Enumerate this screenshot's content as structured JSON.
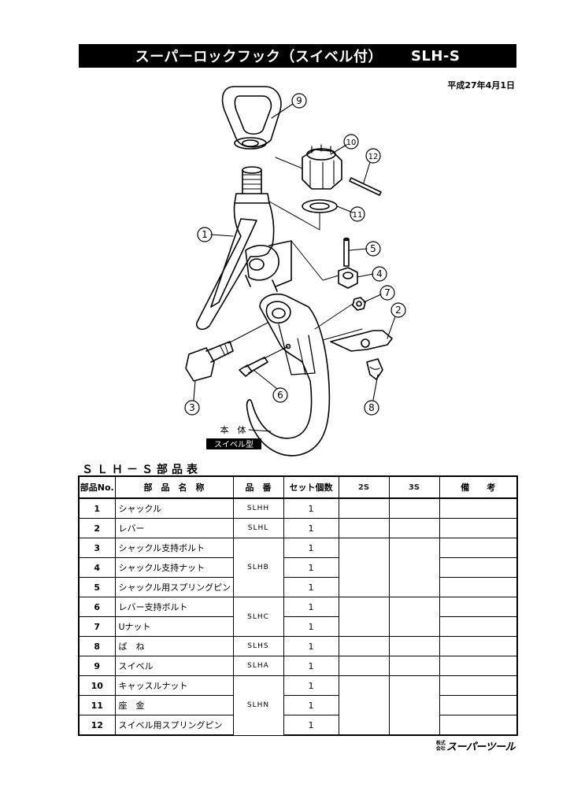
{
  "header": {
    "title": "スーパーロックフック（スイベル付）",
    "model": "SLH-S",
    "date": "平成27年4月1日"
  },
  "drawing": {
    "callouts": [
      "1",
      "2",
      "3",
      "4",
      "5",
      "6",
      "7",
      "8",
      "9",
      "10",
      "11",
      "12"
    ],
    "body_label": "本　体",
    "swivel_label": "スイベル型"
  },
  "parts_table": {
    "title": "ＳＬＨ－Ｓ部品表",
    "headers": {
      "no": "部品No.",
      "name": "部　品　名　称",
      "code": "品　番",
      "qty": "セット個数",
      "c2s": "2S",
      "c3s": "3S",
      "remarks": "備　　考"
    },
    "rows": [
      {
        "no": "1",
        "name": "シャックル",
        "qty": "1"
      },
      {
        "no": "2",
        "name": "レバー",
        "qty": "1"
      },
      {
        "no": "3",
        "name": "シャックル支持ボルト",
        "qty": "1"
      },
      {
        "no": "4",
        "name": "シャックル支持ナット",
        "qty": "1"
      },
      {
        "no": "5",
        "name": "シャックル用スプリングピン",
        "qty": "1"
      },
      {
        "no": "6",
        "name": "レバー支持ボルト",
        "qty": "1"
      },
      {
        "no": "7",
        "name": "Uナット",
        "qty": "1"
      },
      {
        "no": "8",
        "name": "ば　ね",
        "qty": "1"
      },
      {
        "no": "9",
        "name": "スイベル",
        "qty": "1"
      },
      {
        "no": "10",
        "name": "キャッスルナット",
        "qty": "1"
      },
      {
        "no": "11",
        "name": "座　金",
        "qty": "1"
      },
      {
        "no": "12",
        "name": "スイベル用スプリングピン",
        "qty": "1"
      }
    ],
    "codes": {
      "slhh": "SLHH",
      "slhl": "SLHL",
      "slhb": "SLHB",
      "slhc": "SLHC",
      "slhs": "SLHS",
      "slha": "SLHA",
      "slhn": "SLHN"
    }
  },
  "footer": {
    "company_prefix_1": "株式",
    "company_prefix_2": "会社",
    "company_name": "スーパーツール"
  }
}
